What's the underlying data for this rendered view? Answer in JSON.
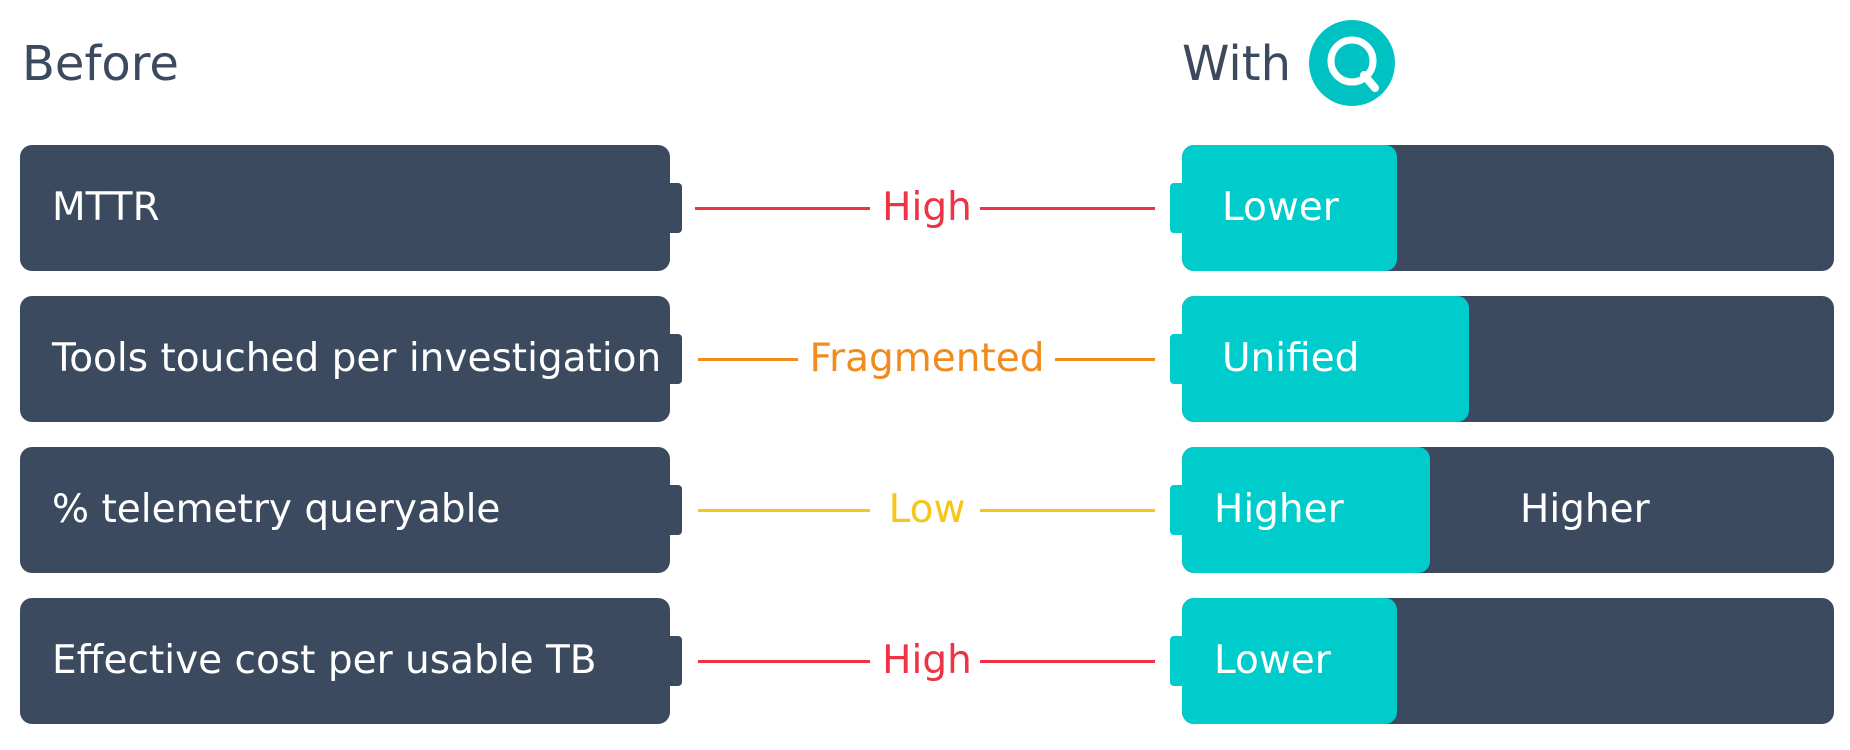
{
  "headings": {
    "before": "Before",
    "with": "With"
  },
  "logo": {
    "icon": "search-magnifier-logo",
    "color": "#00c2c2",
    "text_small": "",
    "text_big": ""
  },
  "colors": {
    "card": "#3b4a5e",
    "fill": "#00cccc",
    "high": "#ee3344",
    "fragmented": "#f08c1e",
    "low": "#f5c518"
  },
  "rows": [
    {
      "metric": "MTTR",
      "before": "High",
      "before_color": "#ee3344",
      "after": "Lower",
      "after_level": 0.33,
      "after_extra": ""
    },
    {
      "metric": "Tools touched per investigation",
      "before": "Fragmented",
      "before_color": "#f08c1e",
      "after": "Unified",
      "after_level": 0.44,
      "after_extra": ""
    },
    {
      "metric": "% telemetry queryable",
      "before": "Low",
      "before_color": "#f5c518",
      "after": "Higher",
      "after_level": 0.38,
      "after_extra": "Higher"
    },
    {
      "metric": "Effective cost per usable TB",
      "before": "High",
      "before_color": "#ee3344",
      "after": "Lower",
      "after_level": 0.33,
      "after_extra": ""
    }
  ]
}
